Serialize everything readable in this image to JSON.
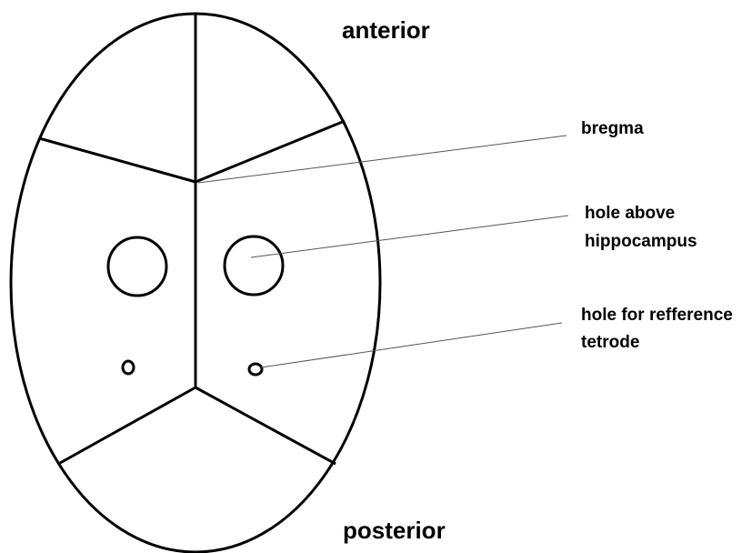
{
  "orientation": {
    "top": "anterior",
    "bottom": "posterior"
  },
  "annotations": {
    "bregma": "bregma",
    "hole_hippocampus": [
      "hole above",
      "hippocampus"
    ],
    "hole_reference": [
      "hole for refference",
      "tetrode"
    ]
  },
  "colors": {
    "outline": "#000000",
    "leader": "#555555",
    "background": "#ffffff"
  }
}
